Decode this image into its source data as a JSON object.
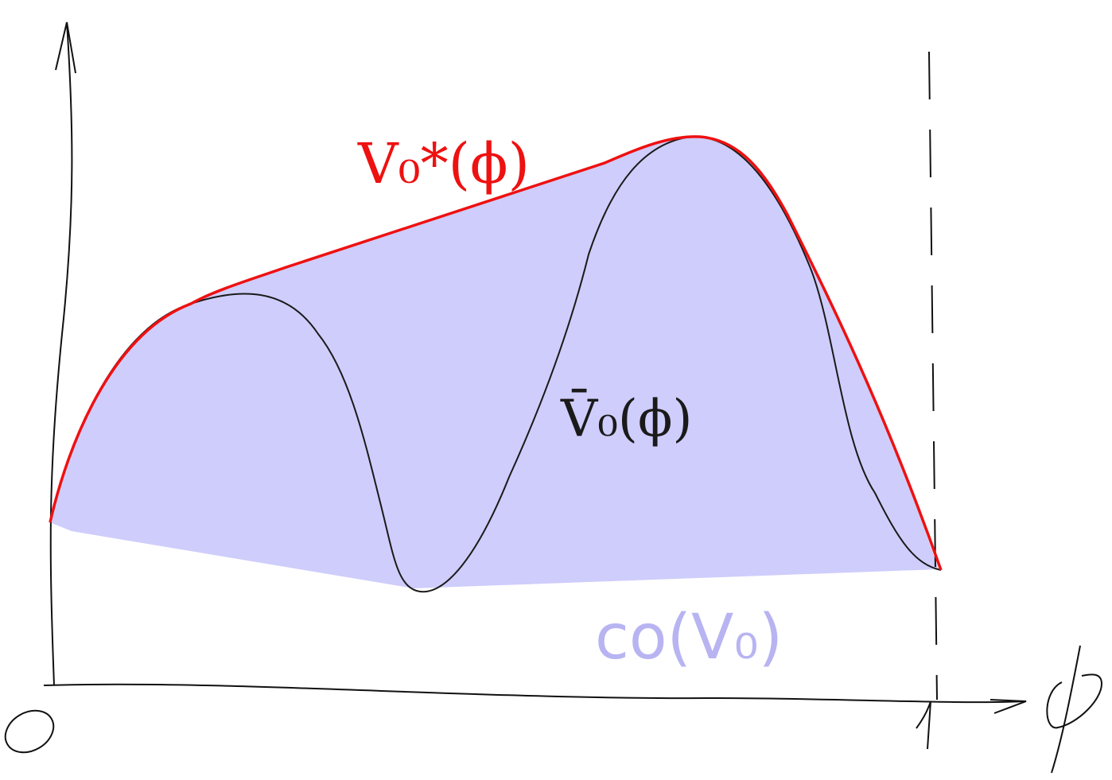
{
  "labels": {
    "origin": "0",
    "one": "1",
    "x_axis": "ϕ",
    "concave_upper": "V₀*(ϕ)",
    "value_fn": "V̄₀(ϕ)",
    "convex_hull": "co(V₀)"
  },
  "colors": {
    "axis": "#111111",
    "curve": "#1a1a1a",
    "envelope": "#ee1111",
    "hull_fill": "#cfcdfb",
    "hull_label": "#b8b4f2"
  }
}
